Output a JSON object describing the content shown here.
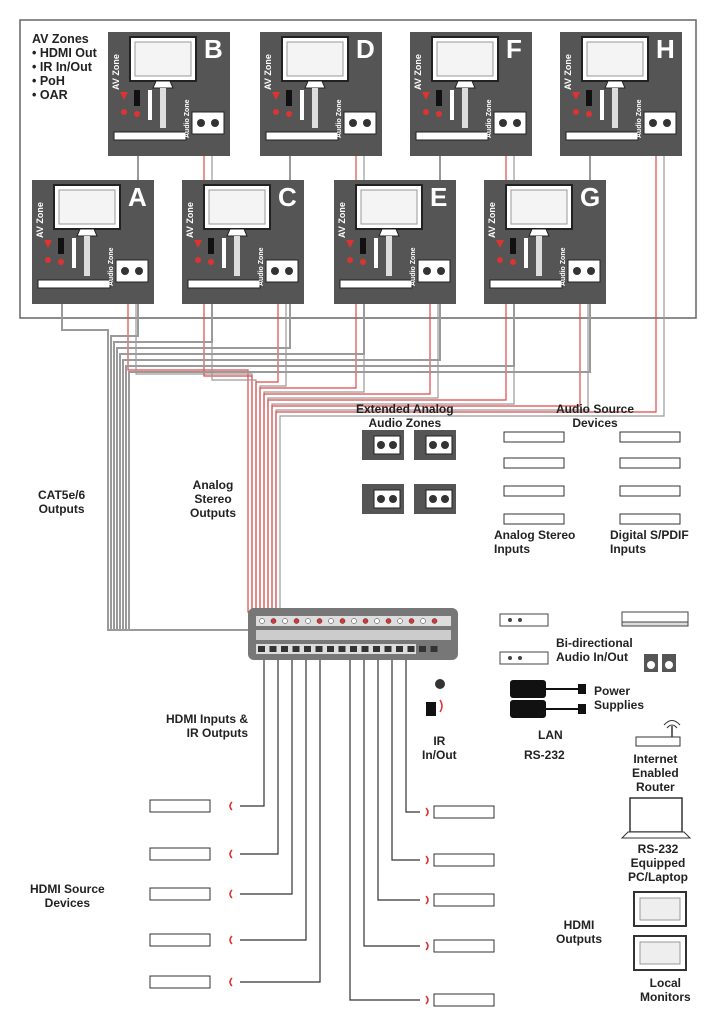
{
  "av_zones": {
    "title": "AV Zones",
    "features": [
      "• HDMI Out",
      "• IR In/Out",
      "• PoH",
      "• OAR"
    ],
    "zone_caption": "AV Zone",
    "audio_zone_caption": "Audio Zone",
    "zones": [
      "A",
      "B",
      "C",
      "D",
      "E",
      "F",
      "G",
      "H"
    ]
  },
  "labels": {
    "cat5": "CAT5e/6\nOutputs",
    "analog_outputs": "Analog\nStereo\nOutputs",
    "extended_zones": "Extended Analog\nAudio Zones",
    "audio_sources": "Audio Source\nDevices",
    "analog_inputs": "Analog Stereo\nInputs",
    "digital_inputs": "Digital S/PDIF\nInputs",
    "bidir_audio": "Bi-directional\nAudio In/Out",
    "power": "Power\nSupplies",
    "lan": "LAN",
    "rs232": "RS-232",
    "router": "Internet\nEnabled\nRouter",
    "ir": "IR\nIn/Out",
    "hdmi_inputs": "HDMI Inputs &\nIR Outputs",
    "rs232_pc": "RS-232\nEquipped\nPC/Laptop",
    "hdmi_sources": "HDMI Source\nDevices",
    "hdmi_outputs": "HDMI\nOutputs",
    "local_monitors": "Local\nMonitors"
  },
  "colors": {
    "zone_bg": "#555555",
    "cable_gray": "#9a9a9a",
    "cable_red": "#e04848",
    "frame": "#666666"
  }
}
